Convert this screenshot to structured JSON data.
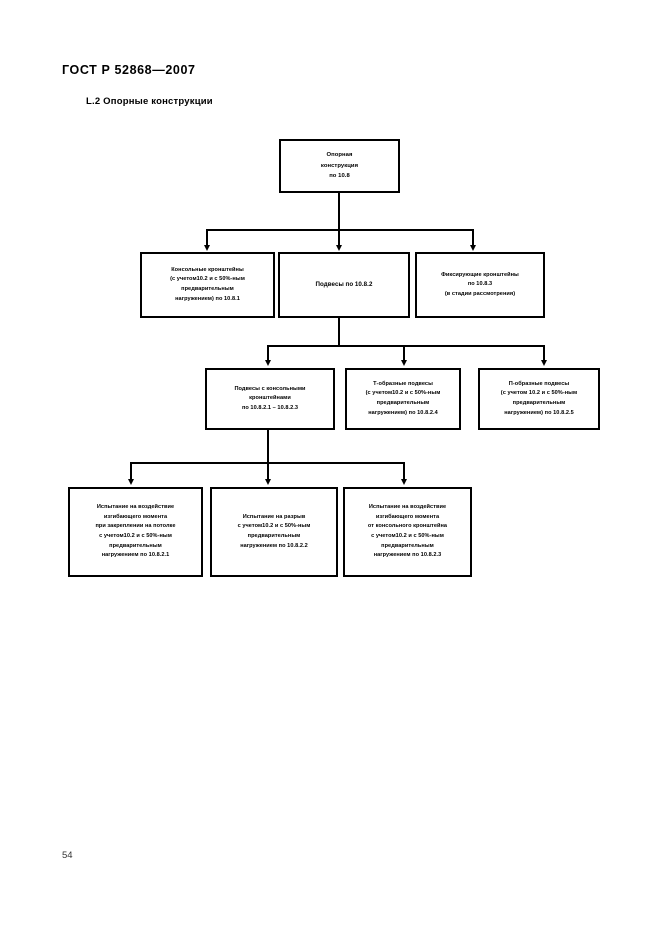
{
  "document": {
    "standard_header": "ГОСТ Р 52868—2007",
    "section_title": "L.2 Опорные конструкции",
    "page_number": "54"
  },
  "chart_data": {
    "type": "diagram",
    "title": "L.2 Опорные конструкции",
    "orientation": "top-down",
    "levels": 4,
    "nodes": [
      {
        "id": "root",
        "level": 1,
        "label": "Опорная\nконструкция\nпо 10.8"
      },
      {
        "id": "l2-left",
        "level": 2,
        "label": "Консольные кронштейны\n(с учетом10.2 и с 50%-ным\nпредварительным\nнагружением) по 10.8.1"
      },
      {
        "id": "l2-mid",
        "level": 2,
        "label": "Подвесы по 10.8.2"
      },
      {
        "id": "l2-right",
        "level": 2,
        "label": "Фиксирующие кронштейны\nпо 10.8.3\n(в стадии рассмотрения)"
      },
      {
        "id": "l3-left",
        "level": 3,
        "label": "Подвесы с консольными\nкронштейнами\nпо 10.8.2.1 – 10.8.2.3"
      },
      {
        "id": "l3-mid",
        "level": 3,
        "label": "Т-образные подвесы\n(с учетом10.2 и с 50%-ным\nпредварительным\nнагружением) по 10.8.2.4"
      },
      {
        "id": "l3-right",
        "level": 3,
        "label": "П-образные подвесы\n(с учетом 10.2 и с 50%-ным\nпредварительным\nнагружением) по 10.8.2.5"
      },
      {
        "id": "l4-left",
        "level": 4,
        "label": "Испытание на воздействие\nизгибающего момента\nпри закреплении на потолке\nс учетом10.2 и с 50%-ным\nпредварительным\nнагружением по 10.8.2.1"
      },
      {
        "id": "l4-mid",
        "level": 4,
        "label": "Испытание на разрыв\nс учетом10.2 и с 50%-ным\nпредварительным\nнагружением по 10.8.2.2"
      },
      {
        "id": "l4-right",
        "level": 4,
        "label": "Испытание на воздействие\nизгибающего момента\nот консольного кронштейна\nс учетом10.2 и с 50%-ным\nпредварительным\nнагружением по 10.8.2.3"
      }
    ],
    "edges": [
      {
        "from": "root",
        "to": "l2-left"
      },
      {
        "from": "root",
        "to": "l2-mid"
      },
      {
        "from": "root",
        "to": "l2-right"
      },
      {
        "from": "l2-mid",
        "to": "l3-left"
      },
      {
        "from": "l2-mid",
        "to": "l3-mid"
      },
      {
        "from": "l2-mid",
        "to": "l3-right"
      },
      {
        "from": "l3-left",
        "to": "l4-left"
      },
      {
        "from": "l3-left",
        "to": "l4-mid"
      },
      {
        "from": "l3-left",
        "to": "l4-right"
      }
    ],
    "colors": {
      "line": "#000000",
      "box_fill": "#ffffff",
      "text": "#000000"
    }
  }
}
